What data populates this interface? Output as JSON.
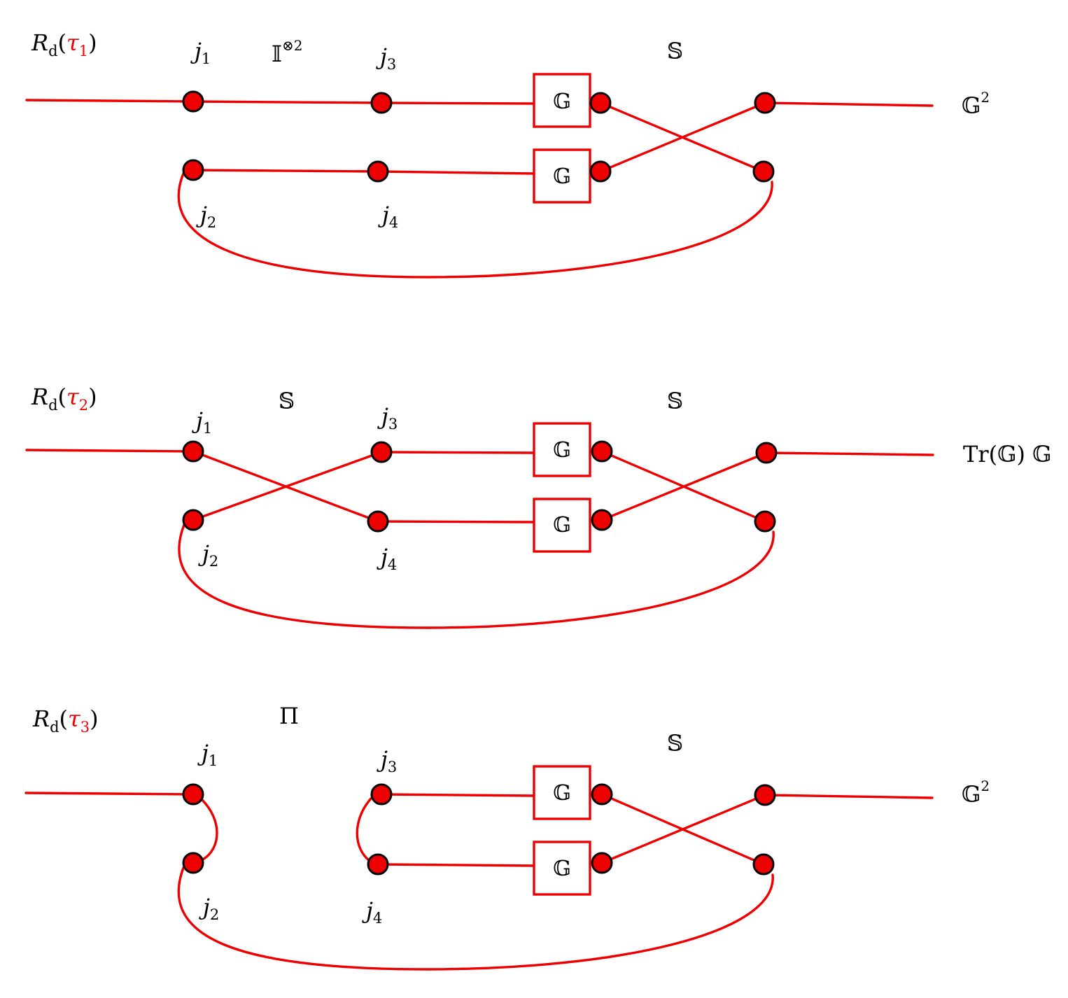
{
  "colors": {
    "wire": "#ee0000",
    "node": "#ee0000",
    "node_stroke": "#000000",
    "text": "#000000",
    "tau": "#ee0000"
  },
  "panels": [
    {
      "title": {
        "fn": "R",
        "fn_sub": "d",
        "open": "(",
        "tau": "τ",
        "tau_sub": "1",
        "close": ")"
      },
      "left_op": {
        "base": "𝕀",
        "sup": "⊗2"
      },
      "right_op": "𝕊",
      "result": {
        "base": "𝔾",
        "sup": "2"
      },
      "box_label": "𝔾",
      "labels": {
        "j1": "j",
        "j1_sub": "1",
        "j2": "j",
        "j2_sub": "2",
        "j3": "j",
        "j3_sub": "3",
        "j4": "j",
        "j4_sub": "4"
      }
    },
    {
      "title": {
        "fn": "R",
        "fn_sub": "d",
        "open": "(",
        "tau": "τ",
        "tau_sub": "2",
        "close": ")"
      },
      "left_op": {
        "base": "𝕊",
        "sup": ""
      },
      "right_op": "𝕊",
      "result": {
        "base": "Tr(𝔾) 𝔾",
        "sup": ""
      },
      "box_label": "𝔾",
      "labels": {
        "j1": "j",
        "j1_sub": "1",
        "j2": "j",
        "j2_sub": "2",
        "j3": "j",
        "j3_sub": "3",
        "j4": "j",
        "j4_sub": "4"
      }
    },
    {
      "title": {
        "fn": "R",
        "fn_sub": "d",
        "open": "(",
        "tau": "τ",
        "tau_sub": "3",
        "close": ")"
      },
      "left_op": {
        "base": "Π",
        "sup": ""
      },
      "right_op": "𝕊",
      "result": {
        "base": "𝔾",
        "sup": "2"
      },
      "box_label": "𝔾",
      "labels": {
        "j1": "j",
        "j1_sub": "1",
        "j2": "j",
        "j2_sub": "2",
        "j3": "j",
        "j3_sub": "3",
        "j4": "j",
        "j4_sub": "4"
      }
    }
  ]
}
